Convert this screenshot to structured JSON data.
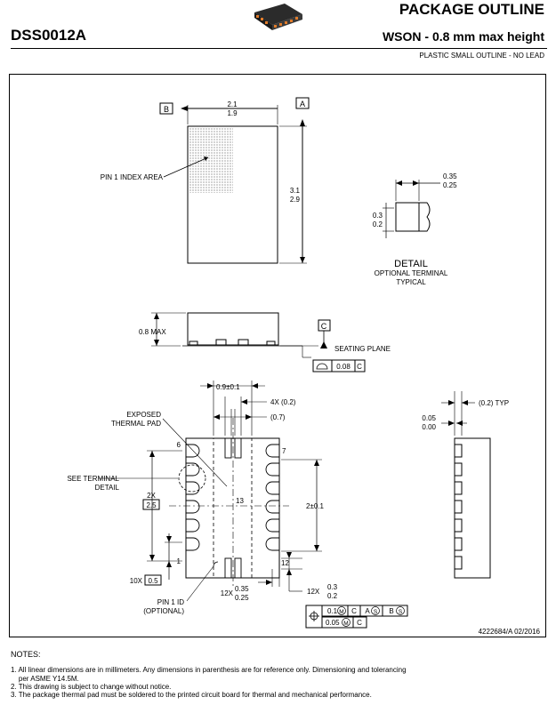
{
  "header": {
    "doc_number": "DSS0012A",
    "title": "PACKAGE OUTLINE",
    "package": "WSON - 0.8 mm max height",
    "subtitle": "PLASTIC SMALL OUTLINE - NO LEAD"
  },
  "drawing": {
    "top_view": {
      "datum_b": "B",
      "datum_a": "A",
      "width_max": "2.1",
      "width_min": "1.9",
      "height_max": "3.1",
      "height_min": "2.9",
      "pin1_label": "PIN 1 INDEX AREA"
    },
    "detail": {
      "dim_w_max": "0.35",
      "dim_w_min": "0.25",
      "dim_h_max": "0.3",
      "dim_h_min": "0.2",
      "title": "DETAIL",
      "line2": "OPTIONAL TERMINAL",
      "line3": "TYPICAL"
    },
    "side_view": {
      "max_height": "0.8 MAX",
      "datum_c": "C",
      "seating_plane": "SEATING PLANE",
      "flatness_value": "0.08",
      "flatness_datum": "C"
    },
    "bottom_view": {
      "dim_09": "0.9±0.1",
      "dim_4x": "4X (0.2)",
      "dim_07": "(0.7)",
      "exposed_pad_1": "EXPOSED",
      "exposed_pad_2": "THERMAL PAD",
      "see_terminal_1": "SEE TERMINAL",
      "see_terminal_2": "DETAIL",
      "pin6": "6",
      "pin7": "7",
      "pin1": "1",
      "pin12": "12",
      "pin13": "13",
      "dim_2x": "2X",
      "dim_25": "2.5",
      "dim_2pm": "2±0.1",
      "dim_10x": "10X",
      "dim_05": "0.5",
      "dim_12x_a": "12X",
      "dim_12x_a_max": "0.35",
      "dim_12x_a_min": "0.25",
      "dim_12x_b": "12X",
      "dim_12x_b_max": "0.3",
      "dim_12x_b_min": "0.2",
      "pin1_id_1": "PIN 1 ID",
      "pin1_id_2": "(OPTIONAL)",
      "fcf1_value": "0.1",
      "fcf1_c": "C",
      "fcf1_a": "A",
      "fcf1_b": "B",
      "fcf2_value": "0.05",
      "fcf2_c": "C",
      "mmc": "M",
      "rfs": "S"
    },
    "end_view": {
      "typ_dim": "(0.2) TYP",
      "dim_max": "0.05",
      "dim_min": "0.00"
    },
    "drawing_number": "4222684/A   02/2016"
  },
  "notes": {
    "title": "NOTES:",
    "items": [
      "1. All linear dimensions are in millimeters. Any dimensions in parenthesis are for reference only. Dimensioning and tolerancing",
      "    per ASME Y14.5M.",
      "2. This drawing is subject to change without notice.",
      "3. The package thermal pad must be soldered to the printed circuit board for thermal and mechanical performance."
    ]
  }
}
